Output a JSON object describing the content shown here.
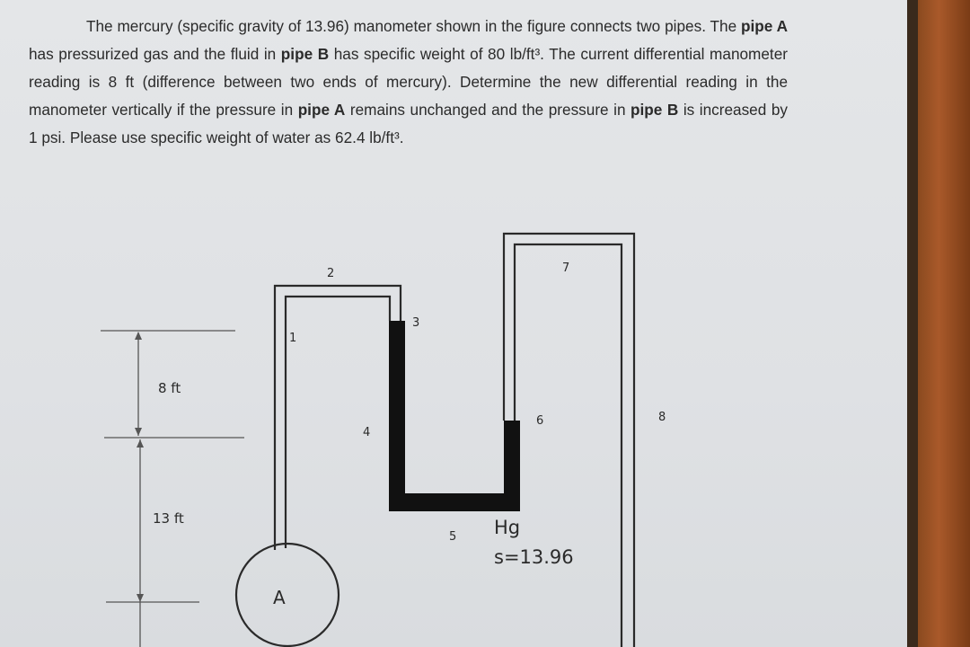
{
  "problem": {
    "t1": "The mercury (specific gravity of 13.96) manometer shown in the figure connects two pipes. The ",
    "pipe_a": "pipe A",
    "t2": " has pressurized gas and the fluid in ",
    "pipe_b": "pipe B",
    "t3": " has specific weight of 80 lb/ft³. The current differential manometer reading is 8 ft (difference between two ends of mercury). Determine the new differential reading in the manometer vertically if the pressure in ",
    "pipe_a2": "pipe A",
    "t4": " remains unchanged and the pressure in ",
    "pipe_b2": "pipe B",
    "t5": " is increased by 1 psi. Please use specific weight of water as 62.4 lb/ft³."
  },
  "figure": {
    "dim_upper": "8 ft",
    "dim_lower": "13 ft",
    "points": {
      "p1": "1",
      "p2": "2",
      "p3": "3",
      "p4": "4",
      "p5": "5",
      "p6": "6",
      "p7": "7",
      "p8": "8"
    },
    "pipe_label": "A",
    "fluid_label": "Hg",
    "sg_label": "s=13.96"
  }
}
